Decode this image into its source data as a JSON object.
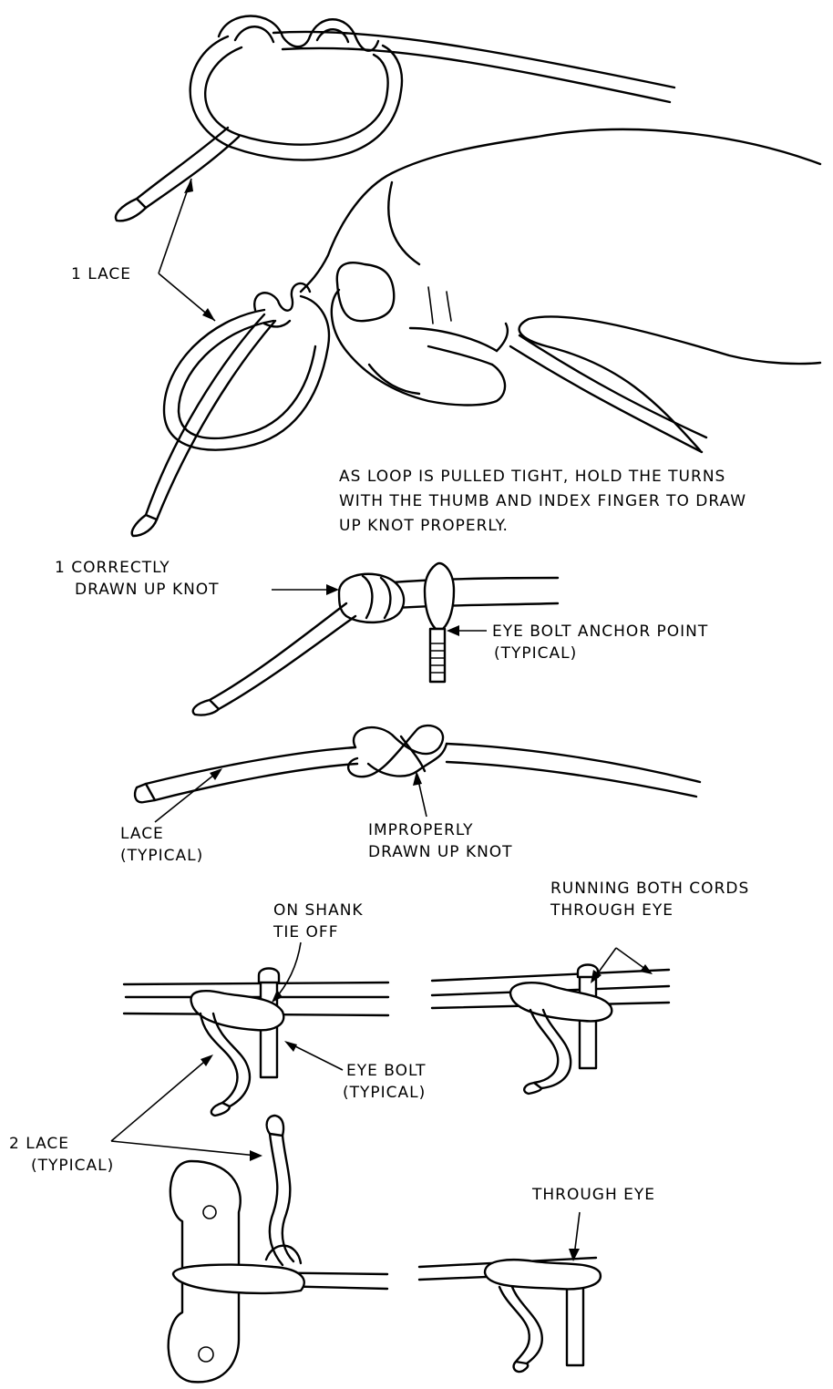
{
  "figure": {
    "labels": {
      "lace_top": "1  LACE",
      "instruction_line1": "AS LOOP IS PULLED TIGHT, HOLD THE TURNS",
      "instruction_line2": "WITH THE THUMB AND INDEX FINGER TO DRAW",
      "instruction_line3": "UP KNOT PROPERLY.",
      "correct_line1": "1  CORRECTLY",
      "correct_line2": "DRAWN UP KNOT",
      "eyebolt_anchor_line1": "EYE BOLT ANCHOR POINT",
      "eyebolt_anchor_line2": "(TYPICAL)",
      "lace_typical_line1": "LACE",
      "lace_typical_line2": "(TYPICAL)",
      "improper_line1": "IMPROPERLY",
      "improper_line2": "DRAWN UP KNOT",
      "running_line1": "RUNNING BOTH CORDS",
      "running_line2": "THROUGH EYE",
      "shank_line1": "ON SHANK",
      "shank_line2": "TIE OFF",
      "eyebolt_line1": "EYE BOLT",
      "eyebolt_line2": "(TYPICAL)",
      "lace2_line1": "2  LACE",
      "lace2_line2": "(TYPICAL)",
      "through_eye": "THROUGH EYE"
    }
  }
}
